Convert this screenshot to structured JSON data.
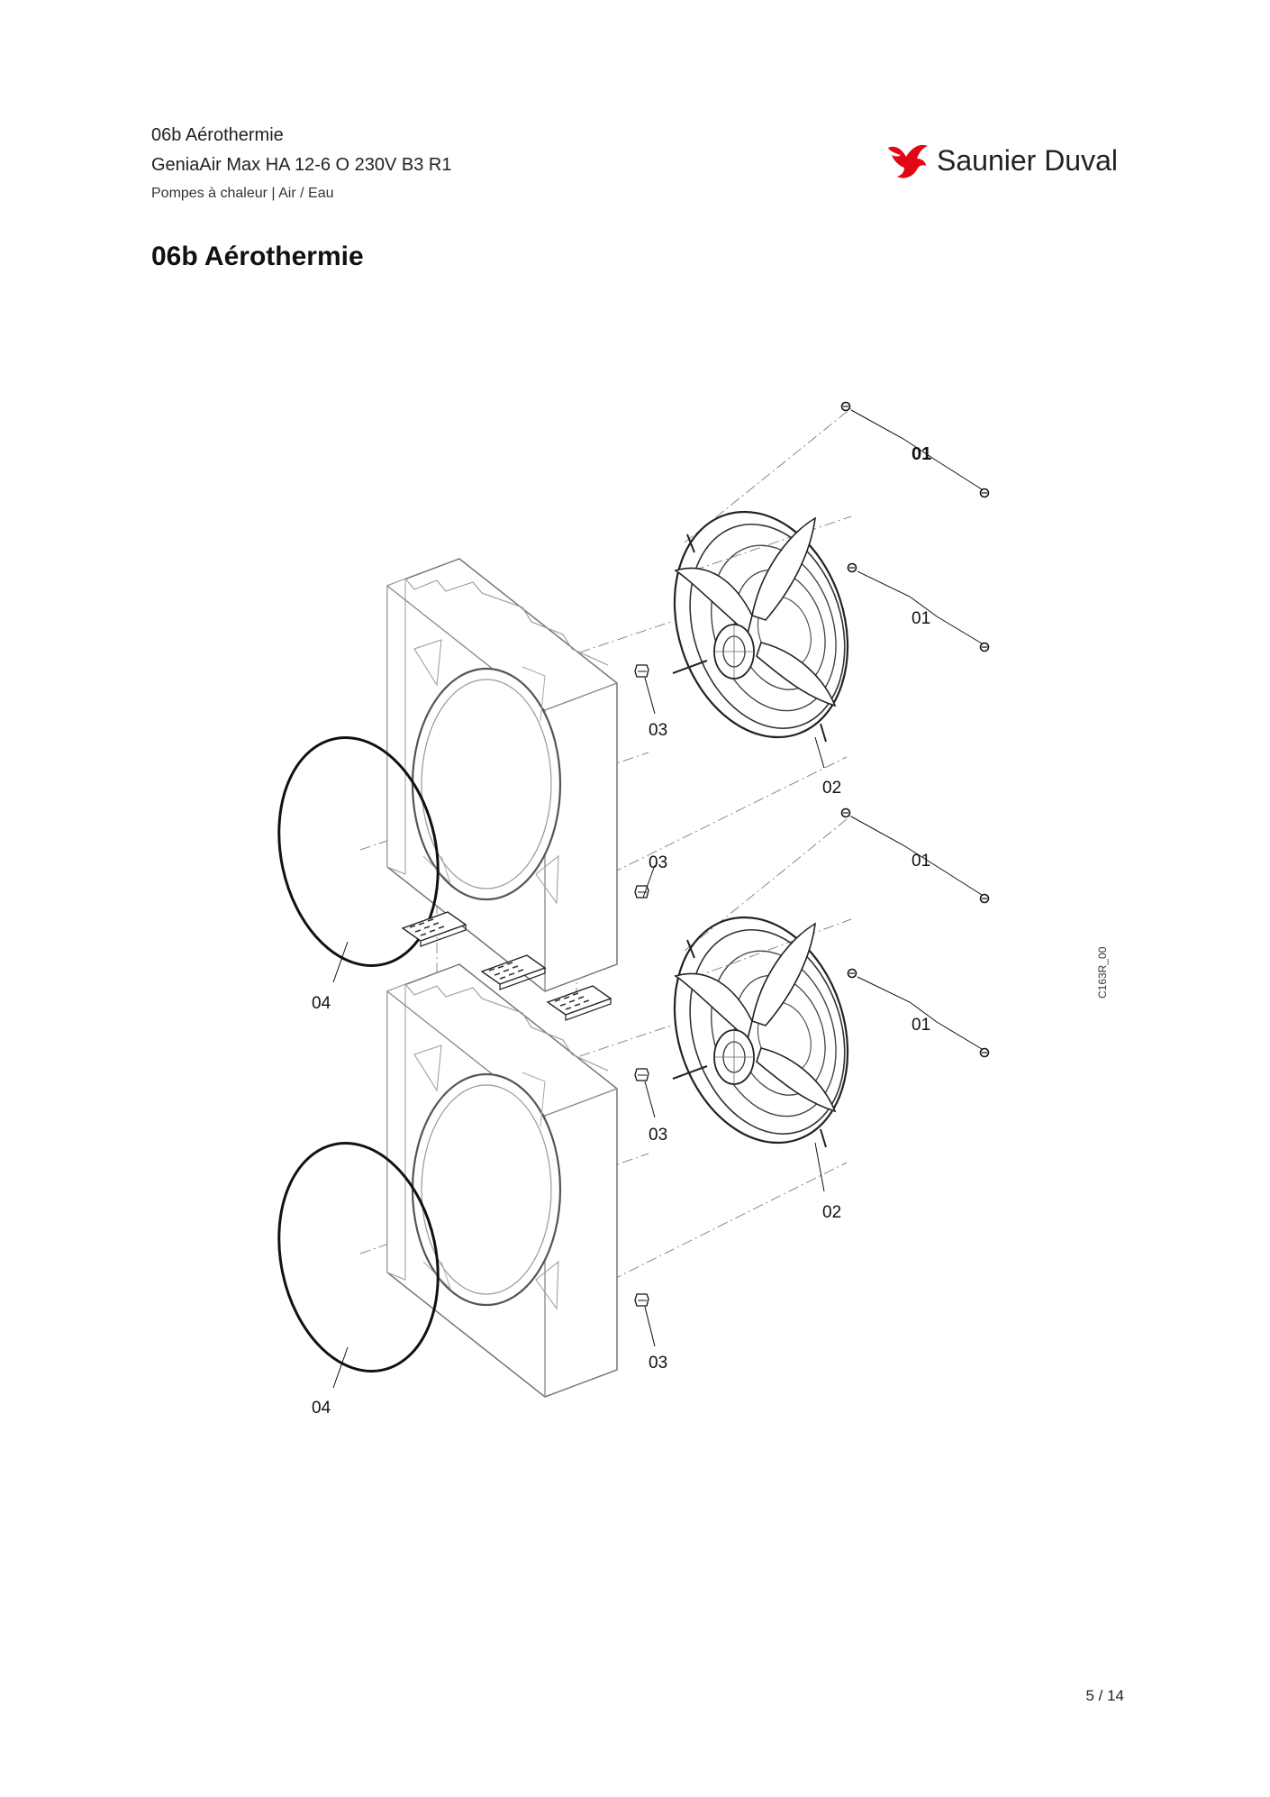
{
  "header": {
    "line1": "06b Aérothermie",
    "line2": "GeniaAir Max HA 12-6 O 230V B3  R1",
    "line3": "Pompes à chaleur | Air / Eau"
  },
  "brand": {
    "name": "Saunier Duval",
    "color": "#e30613",
    "icon": "bird-logo-icon"
  },
  "page_title": "06b Aérothermie",
  "drawing": {
    "reference": "C163R_00",
    "callouts": {
      "c01a": "01",
      "c01b": "01",
      "c01c": "01",
      "c01d": "01",
      "c02a": "02",
      "c02b": "02",
      "c03a": "03",
      "c03b": "03",
      "c03c": "03",
      "c03d": "03",
      "c04a": "04",
      "c04b": "04"
    }
  },
  "footer": {
    "page": "5 / 14"
  }
}
